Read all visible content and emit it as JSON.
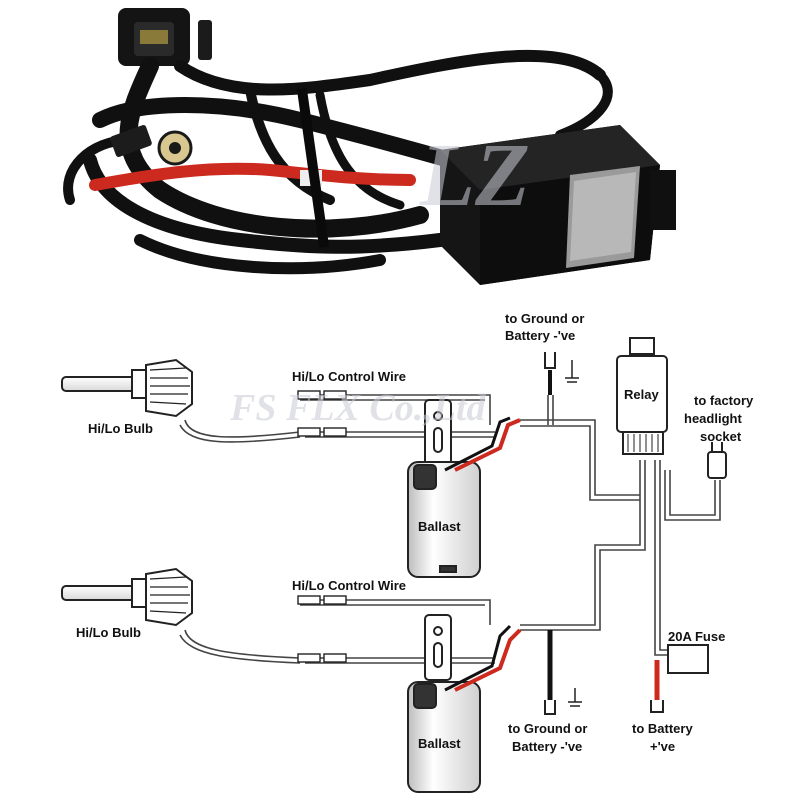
{
  "photo": {
    "watermark": "LZ"
  },
  "watermark": "FS FLX Co.,Ltd",
  "labels": {
    "ground_top_1": "to Ground or",
    "ground_top_2": "Battery -'ve",
    "relay": "Relay",
    "factory_1": "to factory",
    "factory_2": "headlight",
    "factory_3": "socket",
    "bulb_top": "Hi/Lo Bulb",
    "control_top": "Hi/Lo Control Wire",
    "ballast_top": "Ballast",
    "bulb_bottom": "Hi/Lo Bulb",
    "control_bottom": "Hi/Lo Control Wire",
    "fuse": "20A Fuse",
    "ballast_bottom": "Ballast",
    "ground_bottom_1": "to Ground or",
    "ground_bottom_2": "Battery -'ve",
    "battery_1": "to Battery",
    "battery_2": "+'ve"
  },
  "colors": {
    "wire_red": "#cc2a1e",
    "wire_black": "#111111",
    "outline": "#222222"
  }
}
